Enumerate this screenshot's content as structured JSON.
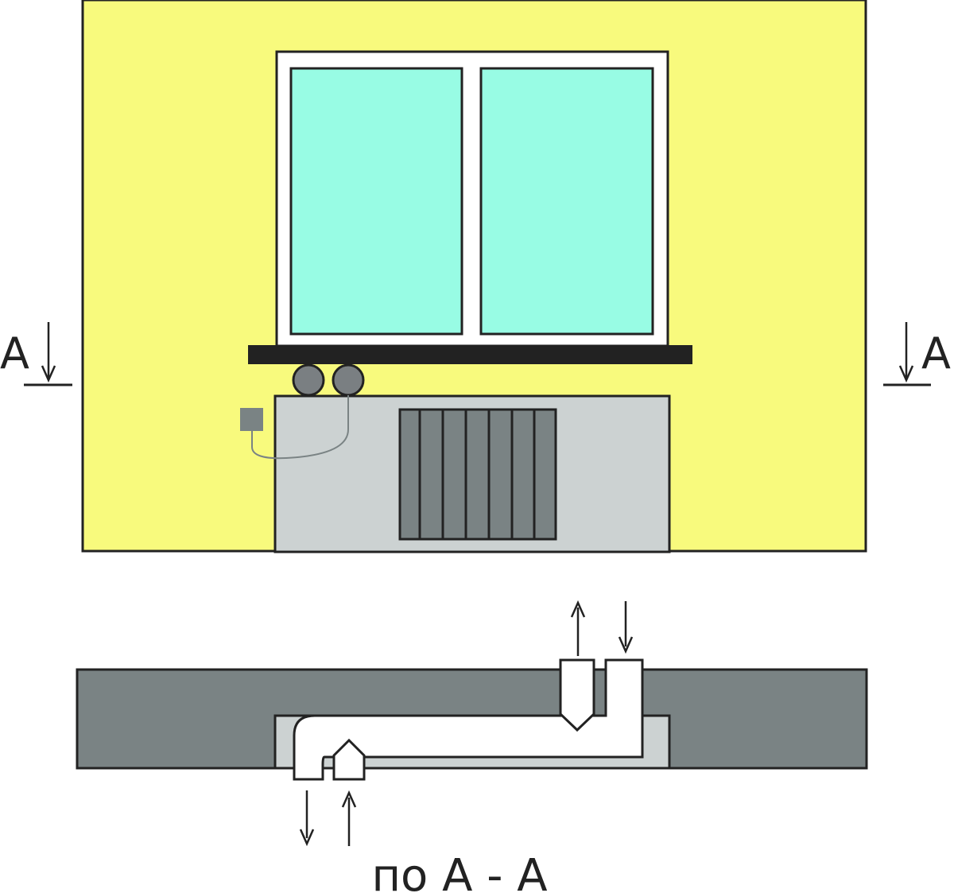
{
  "section_marks": {
    "left_letter": "A",
    "right_letter": "A"
  },
  "caption": "по A - A",
  "colors": {
    "wall": "#f8fa7d",
    "glass": "#98fce4",
    "frame": "#ffffff",
    "outline": "#222222",
    "sill": "#222222",
    "duct_ends": "#7a7f82",
    "cabinet": "#ccd2d2",
    "radiator": "#7a8384",
    "control_box": "#7a8384",
    "wall_section": "#7a8384",
    "niche": "#ccd2d2",
    "duct_section": "#ffffff"
  },
  "icons": {
    "arrow_down": "arrow-down-icon",
    "arrow_up": "arrow-up-icon"
  }
}
